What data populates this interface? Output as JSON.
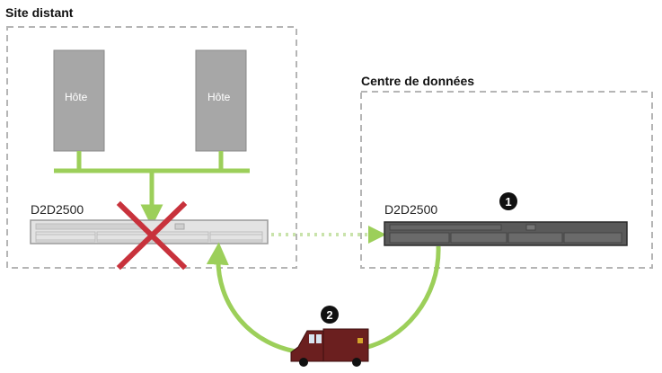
{
  "remote_site": {
    "title": "Site distant",
    "host_1": "Hôte",
    "host_2": "Hôte",
    "device": "D2D2500"
  },
  "data_center": {
    "title": "Centre de données",
    "device": "D2D2500"
  },
  "steps": {
    "step_1": "1",
    "step_2": "2"
  },
  "colors": {
    "connection_green": "#9ccf5a",
    "failure_red": "#c8323c",
    "host_gray": "#a7a7a7",
    "remote_device": "#e3e3e3",
    "datacenter_device": "#5a5a5a",
    "truck_body": "#6b1f1f",
    "border_gray": "#b5b5b5"
  },
  "icons": {
    "failure": "red-x-icon",
    "transport": "delivery-truck-icon"
  }
}
